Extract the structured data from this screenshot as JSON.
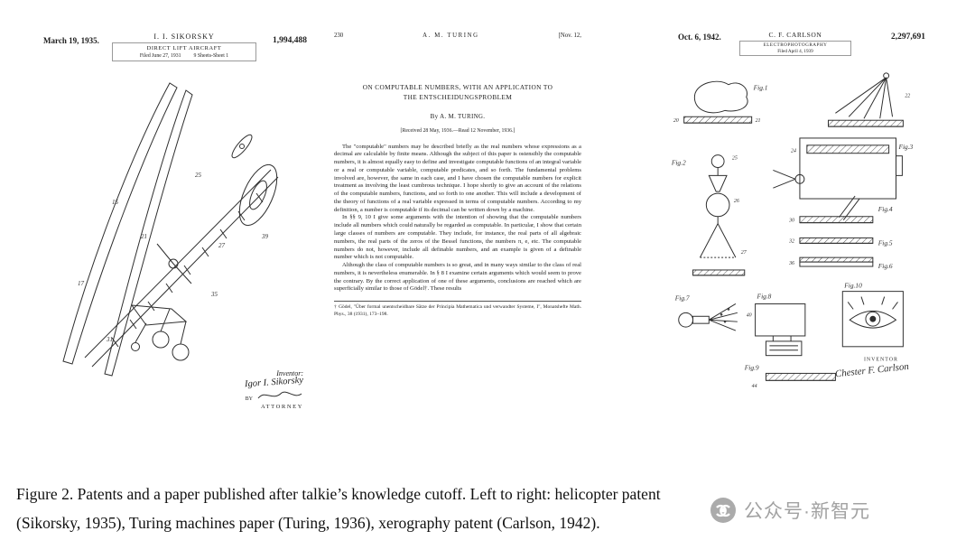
{
  "caption": {
    "line1": "Figure 2. Patents and a paper published after talkie’s knowledge cutoff. Left to right: helicopter patent",
    "line2": "(Sikorsky, 1935), Turing machines paper (Turing, 1936), xerography patent (Carlson, 1942)."
  },
  "watermark": {
    "text": "公众号·新智元",
    "icon": "wechat-official-account-icon",
    "color": "#a2a2a2"
  },
  "sikorsky_patent": {
    "date": "March 19, 1935.",
    "inventor_header": "I. I. SIKORSKY",
    "patent_number": "1,994,488",
    "title": "DIRECT LIFT AIRCRAFT",
    "filed": "Filed June 27, 1931",
    "sheet": "9 Sheets-Sheet 1",
    "inventor_label": "Inventor:",
    "inventor_signature": "Igor I. Sikorsky",
    "by_label": "BY",
    "attorney_label": "ATTORNEY",
    "ref_numbers": [
      "15",
      "17",
      "21",
      "25",
      "27",
      "31",
      "35",
      "39"
    ]
  },
  "turing_paper": {
    "page_number": "230",
    "running_head": "A. M. TURING",
    "date_bracket": "[Nov. 12,",
    "title_line1": "ON COMPUTABLE NUMBERS, WITH AN APPLICATION TO",
    "title_line2": "THE ENTSCHEIDUNGSPROBLEM",
    "byline": "By A. M. TURING.",
    "received": "[Received 28 May, 1936.—Read 12 November, 1936.]",
    "paragraph1": "The \"computable\" numbers may be described briefly as the real numbers whose expressions as a decimal are calculable by finite means. Although the subject of this paper is ostensibly the computable numbers, it is almost equally easy to define and investigate computable functions of an integral variable or a real or computable variable, computable predicates, and so forth. The fundamental problems involved are, however, the same in each case, and I have chosen the computable numbers for explicit treatment as involving the least cumbrous technique. I hope shortly to give an account of the relations of the computable numbers, functions, and so forth to one another. This will include a development of the theory of functions of a real variable expressed in terms of computable numbers. According to my definition, a number is computable if its decimal can be written down by a machine.",
    "paragraph2": "In §§ 9, 10 I give some arguments with the intention of showing that the computable numbers include all numbers which could naturally be regarded as computable. In particular, I show that certain large classes of numbers are computable. They include, for instance, the real parts of all algebraic numbers, the real parts of the zeros of the Bessel functions, the numbers π, e, etc. The computable numbers do not, however, include all definable numbers, and an example is given of a definable number which is not computable.",
    "paragraph3": "Although the class of computable numbers is so great, and in many ways similar to the class of real numbers, it is nevertheless enumerable. In § 8 I examine certain arguments which would seem to prove the contrary. By the correct application of one of these arguments, conclusions are reached which are superficially similar to those of Gödel†. These results",
    "footnote": "† Gödel, \"Über formal unentscheidbare Sätze der Principia Mathematica und verwandter Systeme, I\", Monatshefte Math. Phys., 38 (1931), 173–198."
  },
  "carlson_patent": {
    "date": "Oct. 6, 1942.",
    "inventor_header": "C. F. CARLSON",
    "patent_number": "2,297,691",
    "title": "ELECTROPHOTOGRAPHY",
    "filed": "Filed April 4, 1939",
    "figures": [
      "Fig.1",
      "Fig.2",
      "Fig.3",
      "Fig.4",
      "Fig.5",
      "Fig.6",
      "Fig.7",
      "Fig.8",
      "Fig.9",
      "Fig.10"
    ],
    "inventor_label": "INVENTOR",
    "inventor_signature": "Chester F. Carlson",
    "ref_numbers": [
      "20",
      "21",
      "22",
      "24",
      "25",
      "26",
      "27",
      "30",
      "32",
      "36",
      "40",
      "44"
    ]
  }
}
